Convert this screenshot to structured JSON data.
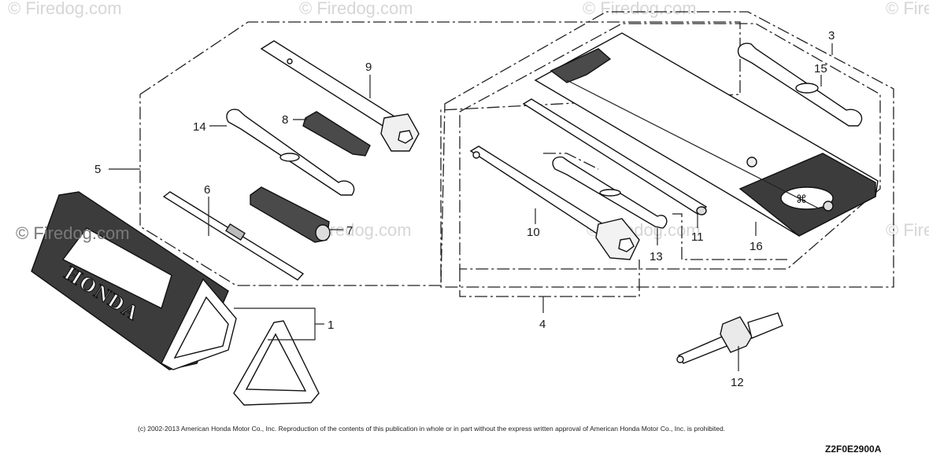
{
  "watermark_text": "© Firedog.com",
  "brand_on_pouch": "HONDA",
  "copyright": "(c) 2002-2013 American Honda Motor Co., Inc. Reproduction of the contents of this publication in whole or in part without the express written approval of American Honda Motor Co., Inc. is prohibited.",
  "diagram_code": "Z2F0E2900A",
  "callouts": {
    "c1": "1",
    "c3": "3",
    "c4": "4",
    "c5": "5",
    "c6": "6",
    "c7": "7",
    "c8": "8",
    "c9": "9",
    "c10": "10",
    "c11": "11",
    "c12": "12",
    "c13": "13",
    "c14": "14",
    "c15": "15",
    "c16": "16"
  },
  "colors": {
    "line": "#111111",
    "shade": "#555555",
    "light": "#e8e8e8",
    "watermark": "#d6d6d6"
  }
}
